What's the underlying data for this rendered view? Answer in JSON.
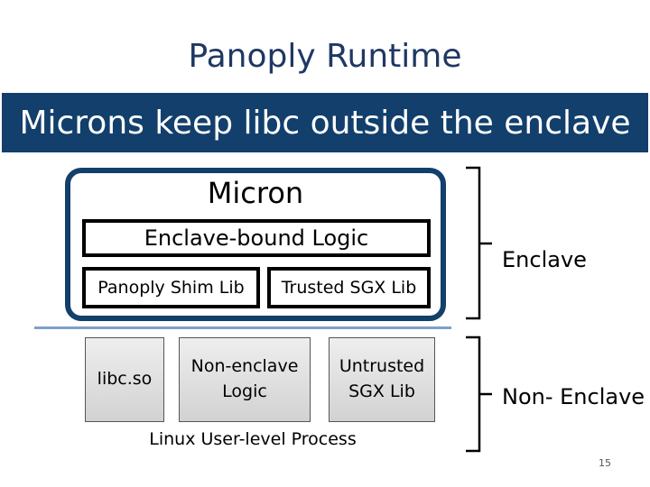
{
  "slide": {
    "title": "Panoply Runtime",
    "banner": "Microns keep libc outside the enclave",
    "page_number": "15"
  },
  "diagram": {
    "micron_label": "Micron",
    "enclave_logic": "Enclave-bound Logic",
    "shim_lib": "Panoply Shim Lib",
    "trusted_sgx_lib": "Trusted SGX Lib",
    "libc": "libc.so",
    "nonenclave_logic_line1": "Non-enclave",
    "nonenclave_logic_line2": "Logic",
    "untrusted_sgx_line1": "Untrusted",
    "untrusted_sgx_line2": "SGX Lib",
    "process_label": "Linux User-level Process",
    "enclave_side_label": "Enclave",
    "nonenclave_side_label": "Non- Enclave"
  },
  "colors": {
    "banner_bg": "#123f6b",
    "title_color": "#1f3864",
    "separator": "#7f9fc7"
  }
}
